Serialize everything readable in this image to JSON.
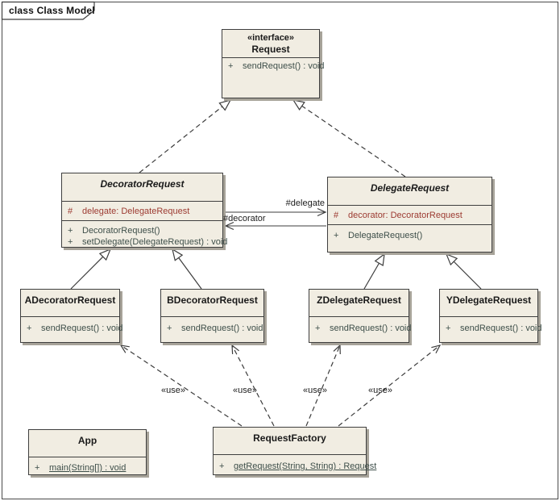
{
  "frame": {
    "title": "class Class Model"
  },
  "classes": {
    "request": {
      "stereotype": "«interface»",
      "name": "Request",
      "methods": [
        {
          "vis": "+",
          "sig": "sendRequest() : void"
        }
      ]
    },
    "decoratorRequest": {
      "name": "DecoratorRequest",
      "attributes": [
        {
          "vis": "#",
          "sig": "delegate: DelegateRequest"
        }
      ],
      "methods": [
        {
          "vis": "+",
          "sig": "DecoratorRequest()"
        },
        {
          "vis": "+",
          "sig": "setDelegate(DelegateRequest) : void"
        }
      ]
    },
    "delegateRequest": {
      "name": "DelegateRequest",
      "attributes": [
        {
          "vis": "#",
          "sig": "decorator: DecoratorRequest"
        }
      ],
      "methods": [
        {
          "vis": "+",
          "sig": "DelegateRequest()"
        }
      ]
    },
    "aDecoratorRequest": {
      "name": "ADecoratorRequest",
      "methods": [
        {
          "vis": "+",
          "sig": "sendRequest() : void"
        }
      ]
    },
    "bDecoratorRequest": {
      "name": "BDecoratorRequest",
      "methods": [
        {
          "vis": "+",
          "sig": "sendRequest() : void"
        }
      ]
    },
    "zDelegateRequest": {
      "name": "ZDelegateRequest",
      "methods": [
        {
          "vis": "+",
          "sig": "sendRequest() : void"
        }
      ]
    },
    "yDelegateRequest": {
      "name": "YDelegateRequest",
      "methods": [
        {
          "vis": "+",
          "sig": "sendRequest() : void"
        }
      ]
    },
    "app": {
      "name": "App",
      "methods": [
        {
          "vis": "+",
          "sig": "main(String[]) : void",
          "static": true
        }
      ]
    },
    "requestFactory": {
      "name": "RequestFactory",
      "methods": [
        {
          "vis": "+",
          "sig": "getRequest(String, String) : Request",
          "static": true
        }
      ]
    }
  },
  "edge_labels": {
    "delegate": "#delegate",
    "decorator": "#decorator",
    "use1": "«use»",
    "use2": "«use»",
    "use3": "«use»",
    "use4": "«use»"
  },
  "colors": {
    "box_fill": "#F1EDE2",
    "box_border": "#3F3F3F",
    "box_shadow": "#A7A399",
    "attribute_text": "#9C3A31",
    "method_text": "#3E4F4A",
    "line": "#3C3C3C",
    "background": "#FFFFFF"
  }
}
